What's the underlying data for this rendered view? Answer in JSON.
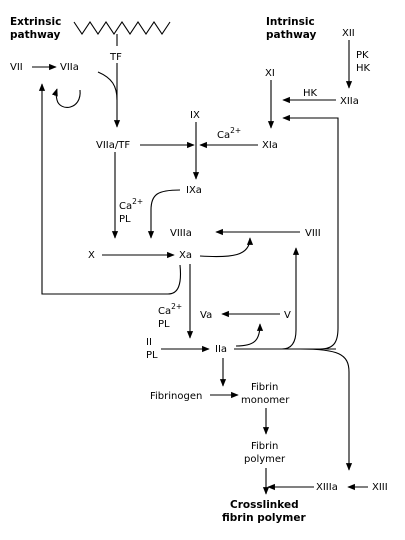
{
  "extrinsic": {
    "line1": "Extrinsic",
    "line2": "pathway"
  },
  "intrinsic": {
    "line1": "Intrinsic",
    "line2": "pathway"
  },
  "factors": {
    "tf": "TF",
    "vii": "VII",
    "viia": "VIIa",
    "viia_tf": "VIIa/TF",
    "ix": "IX",
    "ixa": "IXa",
    "xii": "XII",
    "pk": "PK",
    "hk1": "HK",
    "xi": "XI",
    "hk2": "HK",
    "xiia": "XIIa",
    "xia": "XIa",
    "viii": "VIII",
    "viiia": "VIIIa",
    "x": "X",
    "xa": "Xa",
    "v": "V",
    "va": "Va",
    "ii": "II",
    "pl3": "PL",
    "iia": "IIa",
    "fibrinogen": "Fibrinogen",
    "fibrin_monomer_1": "Fibrin",
    "fibrin_monomer_2": "monomer",
    "fibrin_polymer_1": "Fibrin",
    "fibrin_polymer_2": "polymer",
    "xiiia": "XIIIa",
    "xiii": "XIII",
    "crosslinked_1": "Crosslinked",
    "crosslinked_2": "fibrin polymer"
  },
  "cofactors": {
    "ca_1": {
      "base": "Ca",
      "sup": "2+"
    },
    "ca_2": {
      "base": "Ca",
      "sup": "2+",
      "pl": "PL"
    },
    "ca_3": {
      "base": "Ca",
      "sup": "2+",
      "pl": "PL"
    }
  }
}
